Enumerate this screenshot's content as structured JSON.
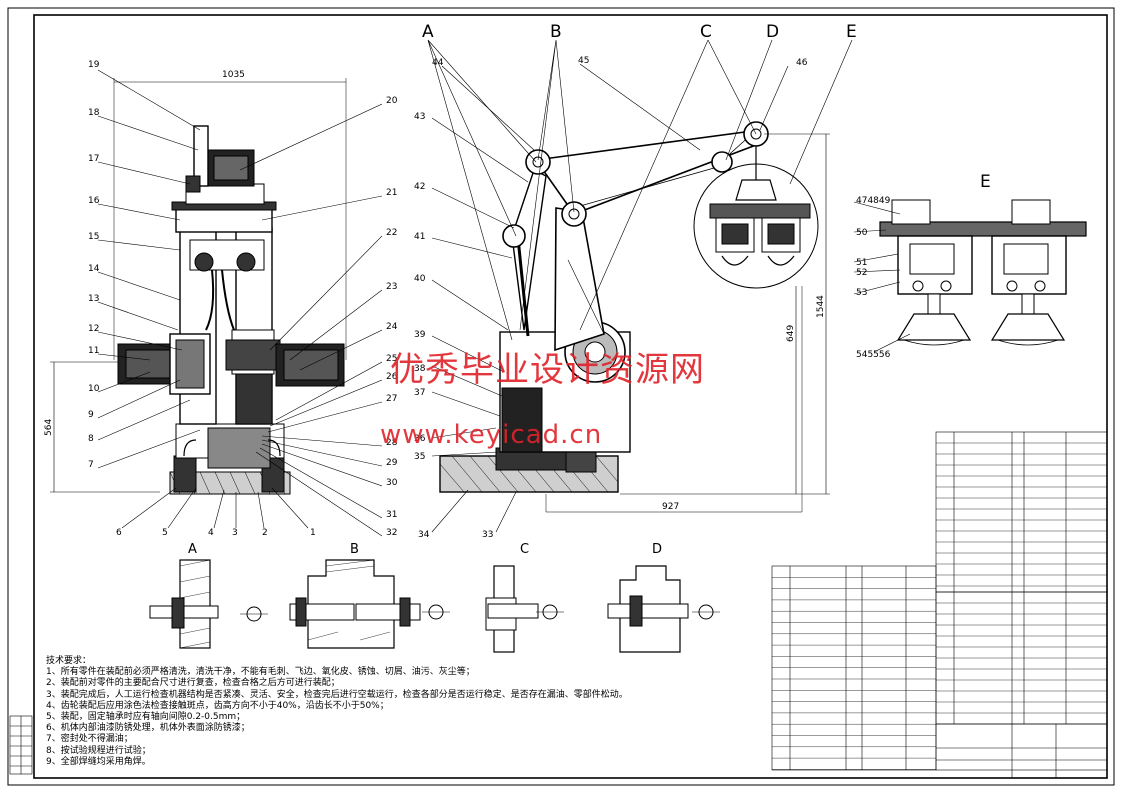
{
  "watermark": {
    "line1": "优秀毕业设计资源网",
    "line2": "www.keyicad.cn",
    "color": "#e0222a"
  },
  "section_letters": {
    "top": [
      "A",
      "B",
      "C",
      "D",
      "E"
    ],
    "detail_e": "E",
    "bottom": [
      "A",
      "B",
      "C",
      "D"
    ]
  },
  "dimensions": {
    "width_left": "1035",
    "height_left": "564",
    "reach": "927",
    "height_right_1": "649",
    "height_right_2": "1544"
  },
  "part_numbers": {
    "left_view_left_side": [
      "19",
      "18",
      "17",
      "16",
      "15",
      "14",
      "13",
      "12",
      "11",
      "10",
      "9",
      "8",
      "7"
    ],
    "left_view_right_side": [
      "20",
      "21",
      "22",
      "23",
      "24",
      "25",
      "26",
      "27",
      "28",
      "29",
      "30",
      "31",
      "32"
    ],
    "left_view_bottom": [
      "6",
      "5",
      "4",
      "3",
      "2",
      "1"
    ],
    "right_view_left_side": [
      "44",
      "43",
      "42",
      "41",
      "40",
      "39",
      "38",
      "37",
      "36",
      "35",
      "34",
      "33"
    ],
    "right_view_top": [
      "45",
      "46"
    ],
    "detail_e_labels": [
      "47",
      "48",
      "49",
      "50",
      "51",
      "52",
      "53",
      "54",
      "55",
      "56"
    ]
  },
  "technical_requirements": {
    "title": "技术要求：",
    "items": [
      "1、所有零件在装配前必须严格清洗，清洗干净，不能有毛刺、飞边、氧化皮、锈蚀、切屑、油污、灰尘等；",
      "2、装配前对零件的主要配合尺寸进行复查，检查合格之后方可进行装配；",
      "3、装配完成后，人工运行检查机器结构是否紧凑、灵活、安全，检查完后进行空载运行，检查各部分是否运行稳定、是否存在漏油、零部件松动。",
      "4、齿轮装配后应用涂色法检查接触斑点，齿高方向不小于40%，沿齿长不小于50%；",
      "5、装配，固定轴承时应有轴向间隙0.2-0.5mm；",
      "6、机体内部油漆防锈处理，机体外表面涂防锈漆；",
      "7、密封处不得漏油；",
      "8、按试验规程进行试验；",
      "9、全部焊缝均采用角焊。"
    ]
  },
  "colors": {
    "line": "#000000",
    "paper": "#ffffff",
    "watermark": "#e0222a"
  }
}
